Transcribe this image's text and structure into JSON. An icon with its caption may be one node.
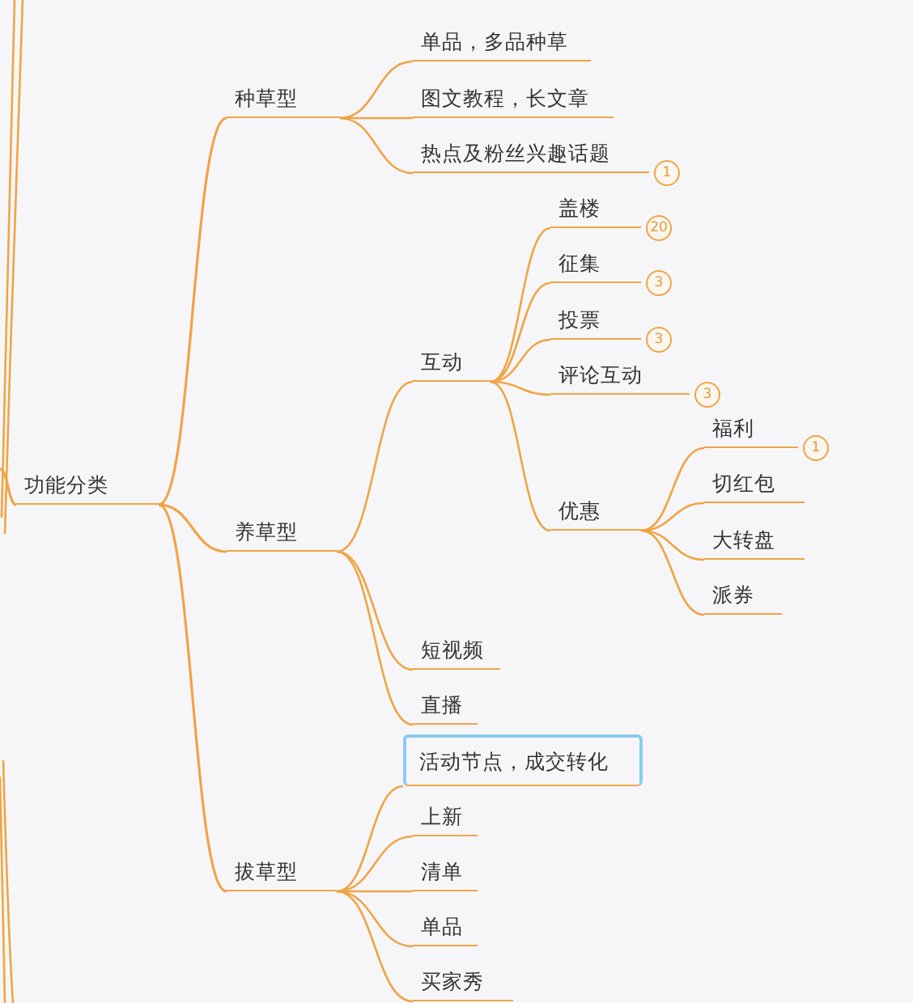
{
  "diagram": {
    "nodes": [
      {
        "text": [
          "功能分类"
        ]
      },
      {
        "text": [
          "种草型"
        ]
      },
      {
        "text": [
          "单品，多品种草"
        ]
      },
      {
        "text": [
          "图文教程，长文章"
        ]
      },
      {
        "text": [
          "热点及粉丝兴趣话题"
        ],
        "beside": [
          "1"
        ]
      },
      {
        "text": [
          "养草型"
        ]
      },
      {
        "text": [
          "互动"
        ]
      },
      {
        "text": [
          "盖楼"
        ],
        "beside": [
          "20"
        ]
      },
      {
        "text": [
          "征集"
        ],
        "beside": [
          "3"
        ]
      },
      {
        "text": [
          "投票"
        ],
        "beside": [
          "3"
        ]
      },
      {
        "text": [
          "评论互动"
        ],
        "beside": [
          "3"
        ]
      },
      {
        "text": [
          "优惠"
        ]
      },
      {
        "text": [
          "福利"
        ],
        "beside": [
          "1"
        ]
      },
      {
        "text": [
          "切红包"
        ]
      },
      {
        "text": [
          "大转盘"
        ]
      },
      {
        "text": [
          "派券"
        ]
      },
      {
        "text": [
          "短视频"
        ]
      },
      {
        "text": [
          "直播"
        ]
      },
      {
        "text": [
          "拔草型"
        ]
      },
      {
        "text": [
          "活动节点，成交转化"
        ]
      },
      {
        "text": [
          "上新"
        ]
      },
      {
        "text": [
          "清单"
        ]
      },
      {
        "text": [
          "单品"
        ]
      },
      {
        "text": [
          "买家秀"
        ]
      }
    ],
    "edges": [
      {
        "from": null,
        "to": 0,
        "arrow": "none"
      },
      {
        "from": 0,
        "to": 1,
        "arrow": "none"
      },
      {
        "from": 1,
        "to": 2,
        "arrow": "none"
      },
      {
        "from": 1,
        "to": 3,
        "arrow": "none"
      },
      {
        "from": 1,
        "to": 4,
        "arrow": "none"
      },
      {
        "from": 0,
        "to": 5,
        "arrow": "none"
      },
      {
        "from": 5,
        "to": 6,
        "arrow": "none"
      },
      {
        "from": 6,
        "to": 7,
        "arrow": "none"
      },
      {
        "from": 6,
        "to": 8,
        "arrow": "none"
      },
      {
        "from": 6,
        "to": 9,
        "arrow": "none"
      },
      {
        "from": 6,
        "to": 10,
        "arrow": "none"
      },
      {
        "from": 6,
        "to": 11,
        "arrow": "none"
      },
      {
        "from": 11,
        "to": 12,
        "arrow": "none"
      },
      {
        "from": 11,
        "to": 13,
        "arrow": "none"
      },
      {
        "from": 11,
        "to": 14,
        "arrow": "none"
      },
      {
        "from": 11,
        "to": 15,
        "arrow": "none"
      },
      {
        "from": 5,
        "to": 16,
        "arrow": "none"
      },
      {
        "from": 5,
        "to": 17,
        "arrow": "none"
      },
      {
        "from": 0,
        "to": 18,
        "arrow": "none"
      },
      {
        "from": 18,
        "to": 19,
        "arrow": "none"
      },
      {
        "from": 18,
        "to": 20,
        "arrow": "none"
      },
      {
        "from": 18,
        "to": 21,
        "arrow": "none"
      },
      {
        "from": 18,
        "to": 22,
        "arrow": "none"
      },
      {
        "from": 18,
        "to": 23,
        "arrow": "none"
      }
    ]
  }
}
